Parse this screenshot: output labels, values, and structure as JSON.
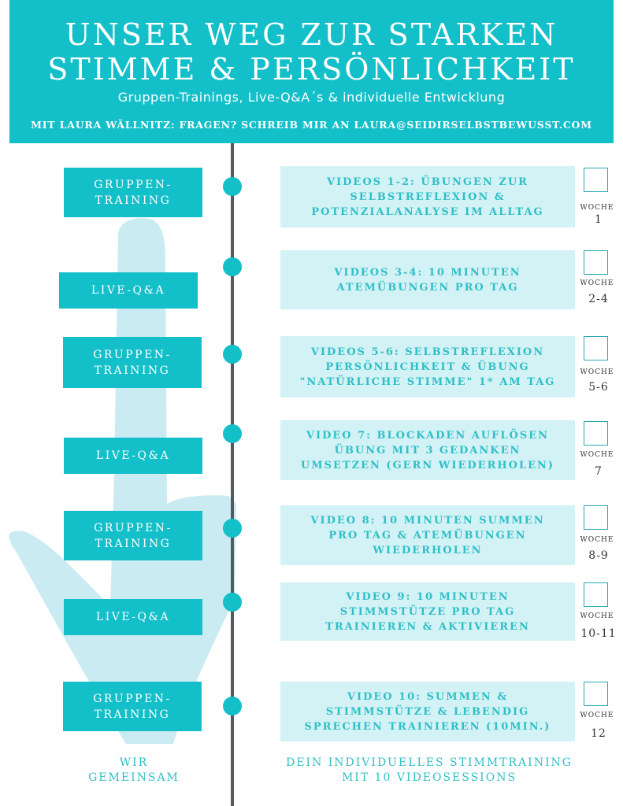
{
  "header": {
    "title_line1": "UNSER WEG ZUR STARKEN",
    "title_line2": "STIMME & PERSÖNLICHKEIT",
    "subtitle": "Gruppen-Trainings, Live-Q&A´s & individuelle Entwicklung",
    "contact": "MIT LAURA WÄLLNITZ: FRAGEN? SCHREIB MIR AN LAURA@SEIDIRSELBSTBEWUSST.COM"
  },
  "colors": {
    "accent": "#13bfc8",
    "light_box": "#d2f2f5",
    "text_accent": "#2fbfc7",
    "timeline": "#555a60"
  },
  "left_items": [
    {
      "lines": [
        "GRUPPEN-",
        "TRAINING"
      ]
    },
    {
      "lines": [
        "LIVE-Q&A"
      ]
    },
    {
      "lines": [
        "GRUPPEN-",
        "TRAINING"
      ]
    },
    {
      "lines": [
        "LIVE-Q&A"
      ]
    },
    {
      "lines": [
        "GRUPPEN-",
        "TRAINING"
      ]
    },
    {
      "lines": [
        "LIVE-Q&A"
      ]
    },
    {
      "lines": [
        "GRUPPEN-",
        "TRAINING"
      ]
    }
  ],
  "sessions": [
    {
      "lines": [
        "VIDEOS 1-2: ÜBUNGEN ZUR",
        "SELBSTREFLEXION &",
        "POTENZIALANALYSE IM ALLTAG"
      ],
      "week_label": "WOCHE",
      "week": "1"
    },
    {
      "lines": [
        "VIDEOS 3-4:  10 MINUTEN",
        "ATEMÜBUNGEN PRO TAG"
      ],
      "week_label": "WOCHE",
      "week": "2-4"
    },
    {
      "lines": [
        "VIDEOS 5-6: SELBSTREFLEXION",
        "PERSÖNLICHKEIT & ÜBUNG",
        "\"NATÜRLICHE STIMME\" 1* AM TAG"
      ],
      "week_label": "WOCHE",
      "week": "5-6"
    },
    {
      "lines": [
        "VIDEO 7:  BLOCKADEN AUFLÖSEN",
        "ÜBUNG MIT 3 GEDANKEN",
        "UMSETZEN (GERN WIEDERHOLEN)"
      ],
      "week_label": "WOCHE",
      "week": "7"
    },
    {
      "lines": [
        "VIDEO 8:  10 MINUTEN SUMMEN",
        "PRO TAG & ATEMÜBUNGEN",
        "WIEDERHOLEN"
      ],
      "week_label": "WOCHE",
      "week": "8-9"
    },
    {
      "lines": [
        "VIDEO 9:  10 MINUTEN",
        "STIMMSTÜTZE PRO TAG",
        "TRAINIEREN & AKTIVIEREN"
      ],
      "week_label": "WOCHE",
      "week": "10-11"
    },
    {
      "lines": [
        "VIDEO 10:  SUMMEN &",
        "STIMMSTÜTZE & LEBENDIG",
        "SPRECHEN TRAINIEREN (10MIN.)"
      ],
      "week_label": "WOCHE",
      "week": "12"
    }
  ],
  "footer": {
    "left_lines": [
      "WIR",
      "GEMEINSAM"
    ],
    "right_lines": [
      "DEIN INDIVIDUELLES STIMMTRAINING",
      "MIT 10 VIDEOSESSIONS"
    ]
  }
}
